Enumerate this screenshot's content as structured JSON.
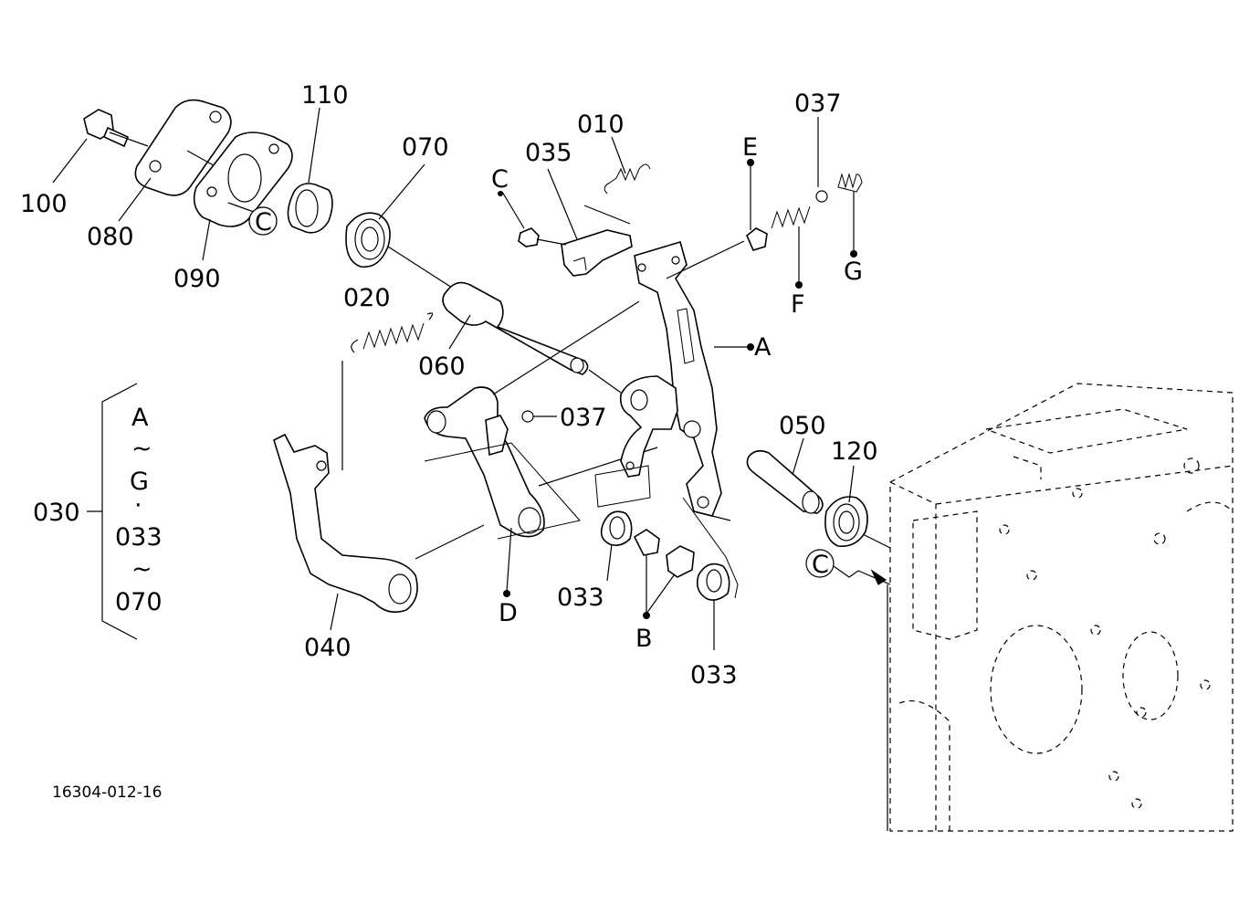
{
  "labels": {
    "p100": "100",
    "p080": "080",
    "p090": "090",
    "p110": "110",
    "p070": "070",
    "p020": "020",
    "p060": "060",
    "p010": "010",
    "p035": "035",
    "p037a": "037",
    "p037b": "037",
    "p050": "050",
    "p120": "120",
    "p040": "040",
    "p033a": "033",
    "p033b": "033",
    "p030": "030"
  },
  "refs": {
    "C1": "C",
    "C2": "C",
    "C3": "C",
    "A": "A",
    "B": "B",
    "D": "D",
    "E": "E",
    "F": "F",
    "G": "G"
  },
  "bracket": {
    "line1": "A",
    "line2": "~",
    "line3": "G",
    "line4": "·",
    "line5": "033",
    "line6": "~",
    "line7": "070"
  },
  "drawing_number": "16304-012-16"
}
